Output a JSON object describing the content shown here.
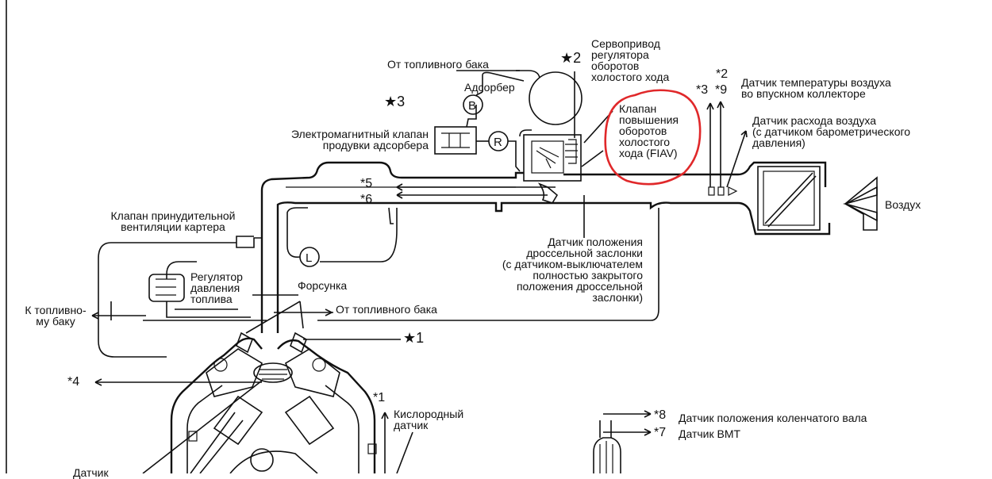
{
  "labels": {
    "from_fuel_tank_top": "От топливного бака",
    "adsorber": "Адсорбер",
    "purge_valve": "Электромагнитный клапан\nпродувки адсорбера",
    "idle_servo": "Сервопривод\nрегулятора\nоборотов\nхолостого хода",
    "fiav": "Клапан\nповышения\nоборотов\nхолостого\nхода (FIAV)",
    "intake_air_temp": "Датчик температуры воздуха\nво впускном коллекторе",
    "air_flow_sensor": "Датчик расхода воздуха\n(с датчиком барометрического\nдавления)",
    "air": "Воздух",
    "pcv_valve": "Клапан принудительной\nвентиляции картера",
    "fuel_pressure_regulator": "Регулятор\nдавления\nтоплива",
    "throttle_sensor": "Датчик положения\nдроссельной заслонки\n(с датчиком-выключателем\nполностью закрытого\nположения дроссельной\nзаслонки)",
    "injector": "Форсунка",
    "to_fuel_tank": "К топливно-\nму баку",
    "from_fuel_tank_mid": "От топливного бака",
    "oxygen_sensor": "Кислородный\nдатчик",
    "crank_sensor": "Датчик положения коленчатого вала",
    "tdc_sensor": "Датчик ВМТ",
    "cut_label": "Датчик"
  },
  "markers": {
    "star1": "★1",
    "star2": "★2",
    "star3": "★3",
    "ref1": "*1",
    "ref2": "*2",
    "ref3": "*3",
    "ref4": "*4",
    "ref5": "*5",
    "ref6": "*6",
    "ref7": "*7",
    "ref8": "*8",
    "ref9": "*9"
  },
  "circles": {
    "b": "B",
    "r": "R",
    "l": "L"
  },
  "highlight_color": "#e0282a",
  "line_color": "#111111"
}
